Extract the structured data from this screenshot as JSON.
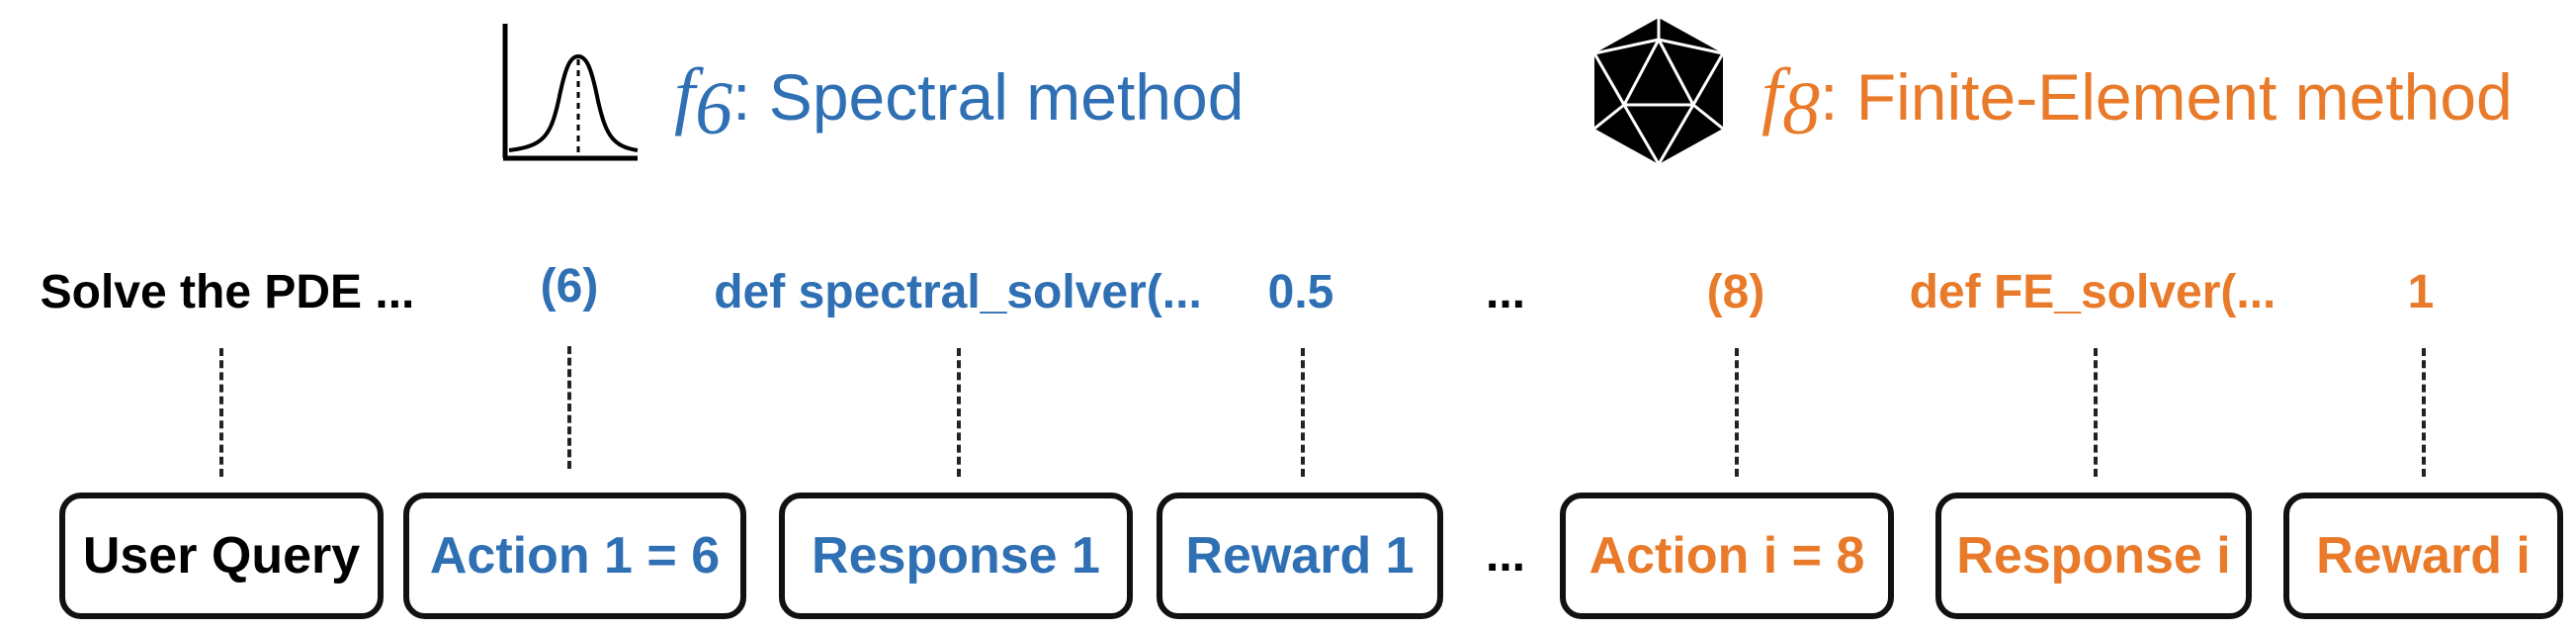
{
  "methods": {
    "left": {
      "f": "f",
      "sub": "6",
      "text": ": Spectral method",
      "icon": "gaussian-curve-icon",
      "color": "#2f6fb3"
    },
    "right": {
      "f": "f",
      "sub": "8",
      "text": ": Finite-Element method",
      "icon": "icosahedron-icon",
      "color": "#e87a2a"
    }
  },
  "top_labels": {
    "query": "Solve the PDE ...",
    "action1": "(6)",
    "response1": "def spectral_solver(...",
    "reward1": "0.5",
    "ellipsis": "...",
    "actioni": "(8)",
    "responsei": "def FE_solver(...",
    "rewardi": "1"
  },
  "boxes": {
    "user_query": "User Query",
    "action1": "Action 1 = 6",
    "response1": "Response 1",
    "reward1": "Reward 1",
    "ellipsis": "...",
    "actioni": "Action i = 8",
    "responsei": "Response i",
    "rewardi": "Reward i"
  },
  "colors": {
    "blue": "#2f6fb3",
    "orange": "#e87a2a",
    "black": "#000000"
  }
}
